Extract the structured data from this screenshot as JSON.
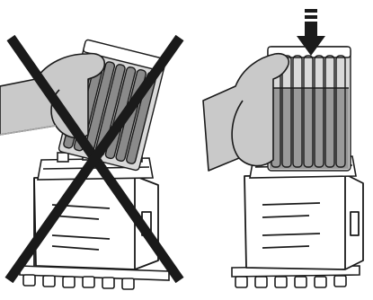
{
  "panels": [
    {
      "name": "incorrect-method",
      "marked": "cross"
    },
    {
      "name": "correct-method",
      "marked": "arrow"
    }
  ],
  "colors": {
    "line": "#1a1a1a",
    "hand": "#c9c9c9",
    "hand_shadow": "#a9a9a9",
    "cassette": "#d9d9d9",
    "fill": "#8a8a8a",
    "fill_light": "#9a9a9a",
    "cross": "#1a1a1a",
    "arrow": "#1a1a1a",
    "background": "#ffffff"
  },
  "icons": {
    "left_overlay": "cross-mark-icon",
    "right_overlay": "down-arrow-icon"
  }
}
